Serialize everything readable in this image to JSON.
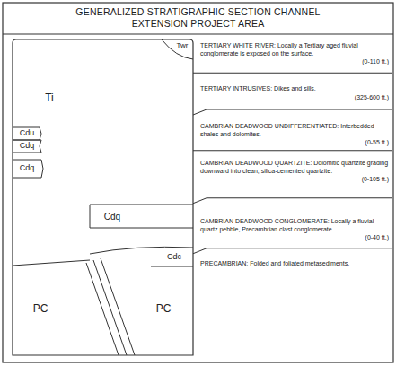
{
  "diagram": {
    "title": "GENERALIZED STRATIGRAPHIC SECTION CHANNEL EXTENSION PROJECT AREA",
    "labels": [
      "Twr",
      "Ti",
      "Cdu",
      "Cdq",
      "Cdq",
      "Cdq",
      "Cdc",
      "PC",
      "PC",
      "TERTIARY WHITE RIVER: Locally a Tertiary aged fluvial conglomerate is exposed on the surface.",
      "(0-110 ft.)",
      "TERTIARY INTRUSIVES: Dikes and sills.",
      "(325-600 ft.)",
      "CAMBRIAN DEADWOOD UNDIFFERENTIATED: Interbedded shales and dolomites.",
      "(0-55 ft.)",
      "CAMBRIAN DEADWOOD QUARTZITE: Dolomitic quartzite grading downward into clean, silica-cemented quartzite.",
      "(0-105 ft.)",
      "CAMBRIAN DEADWOOD CONGLOMERATE: Locally a fluvial quartz pebble, Precambrian clast conglomerate.",
      "(0-40 ft.)",
      "PRECAMBRIAN: Folded and foliated metasediments."
    ]
  }
}
